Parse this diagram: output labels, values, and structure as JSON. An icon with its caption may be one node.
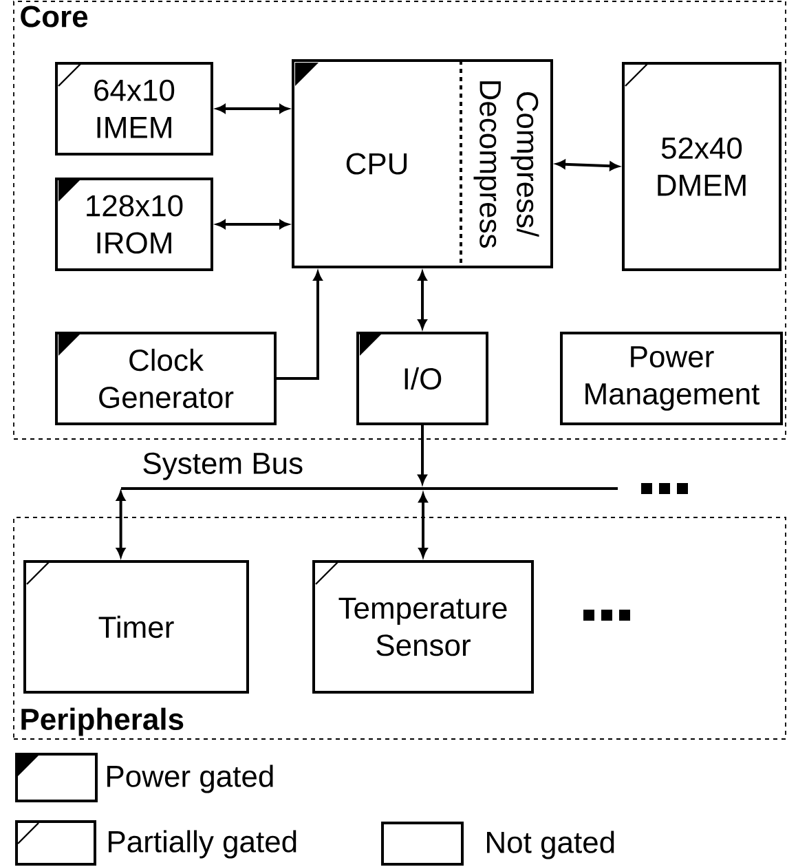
{
  "diagram": {
    "nodes": [
      {
        "text": [
          "Core"
        ]
      },
      {
        "text": [
          "64x10 IMEM"
        ],
        "in": 0
      },
      {
        "text": [
          "128x10 IROM"
        ],
        "in": 0
      },
      {
        "text": [
          "CPU",
          "Compress/ Decompress"
        ],
        "in": 0
      },
      {
        "text": [
          "52x40 DMEM"
        ],
        "in": 0
      },
      {
        "text": [
          "Clock Generator"
        ],
        "in": 0
      },
      {
        "text": [
          "I/O"
        ],
        "in": 0
      },
      {
        "text": [
          "Power Management"
        ],
        "in": 0
      },
      {
        "text": [
          "System Bus"
        ]
      },
      {
        "text": [
          "Peripherals"
        ]
      },
      {
        "text": [
          "Timer"
        ],
        "in": 9
      },
      {
        "text": [
          "Temperature Sensor"
        ],
        "in": 9
      }
    ],
    "edges": [
      {
        "from": 1,
        "to": 3,
        "arrow": "both"
      },
      {
        "from": 2,
        "to": 3,
        "arrow": "both"
      },
      {
        "from": 3,
        "to": 4,
        "arrow": "both"
      },
      {
        "from": 5,
        "to": 3,
        "arrow": "to"
      },
      {
        "from": 3,
        "to": 6,
        "arrow": "both"
      },
      {
        "from": 6,
        "to": 8,
        "arrow": "to"
      },
      {
        "from": 8,
        "to": 10,
        "arrow": "both"
      },
      {
        "from": 8,
        "to": 11,
        "arrow": "both"
      }
    ],
    "legend": [
      {
        "text": "Power gated"
      },
      {
        "text": "Partially gated"
      },
      {
        "text": "Not gated"
      }
    ]
  }
}
